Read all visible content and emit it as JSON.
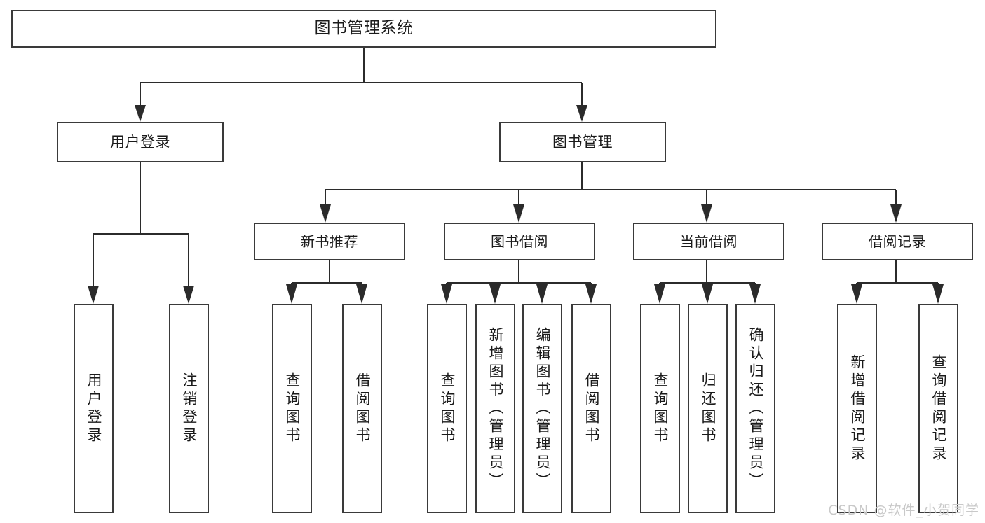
{
  "diagram": {
    "title": "图书管理系统",
    "type": "functional-structure-tree",
    "theme": {
      "stroke": "#2b2b2b",
      "box_border": "#3a3a3a",
      "background": "#ffffff",
      "text": "#1a1a1a",
      "watermark_color": "#c9c9c9"
    },
    "watermark": "CSDN @软件_小贺同学"
  },
  "nodes": {
    "root": {
      "label": "图书管理系统"
    },
    "level2": [
      {
        "label": "用户登录"
      },
      {
        "label": "图书管理"
      }
    ],
    "level3": [
      {
        "label": "新书推荐"
      },
      {
        "label": "图书借阅"
      },
      {
        "label": "当前借阅"
      },
      {
        "label": "借阅记录"
      }
    ],
    "leaves": [
      {
        "label": "用户登录"
      },
      {
        "label": "注销登录"
      },
      {
        "label": "查询图书"
      },
      {
        "label": "借阅图书"
      },
      {
        "label": "查询图书"
      },
      {
        "label": "新增图书（管理员）"
      },
      {
        "label": "编辑图书（管理员）"
      },
      {
        "label": "借阅图书"
      },
      {
        "label": "查询图书"
      },
      {
        "label": "归还图书"
      },
      {
        "label": "确认归还（管理员）"
      },
      {
        "label": "新增借阅记录"
      },
      {
        "label": "查询借阅记录"
      }
    ]
  },
  "chart_data": {
    "type": "table",
    "title": "图书管理系统 功能结构图",
    "hierarchy": [
      {
        "label": "图书管理系统",
        "children": [
          {
            "label": "用户登录",
            "children": [
              {
                "label": "用户登录"
              },
              {
                "label": "注销登录"
              }
            ]
          },
          {
            "label": "图书管理",
            "children": [
              {
                "label": "新书推荐",
                "children": [
                  {
                    "label": "查询图书"
                  },
                  {
                    "label": "借阅图书"
                  }
                ]
              },
              {
                "label": "图书借阅",
                "children": [
                  {
                    "label": "查询图书"
                  },
                  {
                    "label": "新增图书（管理员）"
                  },
                  {
                    "label": "编辑图书（管理员）"
                  },
                  {
                    "label": "借阅图书"
                  }
                ]
              },
              {
                "label": "当前借阅",
                "children": [
                  {
                    "label": "查询图书"
                  },
                  {
                    "label": "归还图书"
                  },
                  {
                    "label": "确认归还（管理员）"
                  }
                ]
              },
              {
                "label": "借阅记录",
                "children": [
                  {
                    "label": "新增借阅记录"
                  },
                  {
                    "label": "查询借阅记录"
                  }
                ]
              }
            ]
          }
        ]
      }
    ]
  }
}
